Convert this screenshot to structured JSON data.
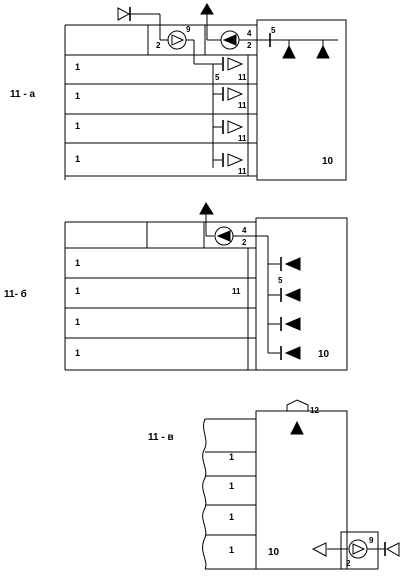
{
  "diagrams": [
    {
      "id": "11a",
      "caption": "11 - а"
    },
    {
      "id": "11b",
      "caption": "11- б"
    },
    {
      "id": "11v",
      "caption": "11 - в"
    }
  ],
  "labels": {
    "one": "1",
    "two": "2",
    "four": "4",
    "five": "5",
    "nine": "9",
    "ten": "10",
    "eleven": "11",
    "twelve": "12"
  }
}
